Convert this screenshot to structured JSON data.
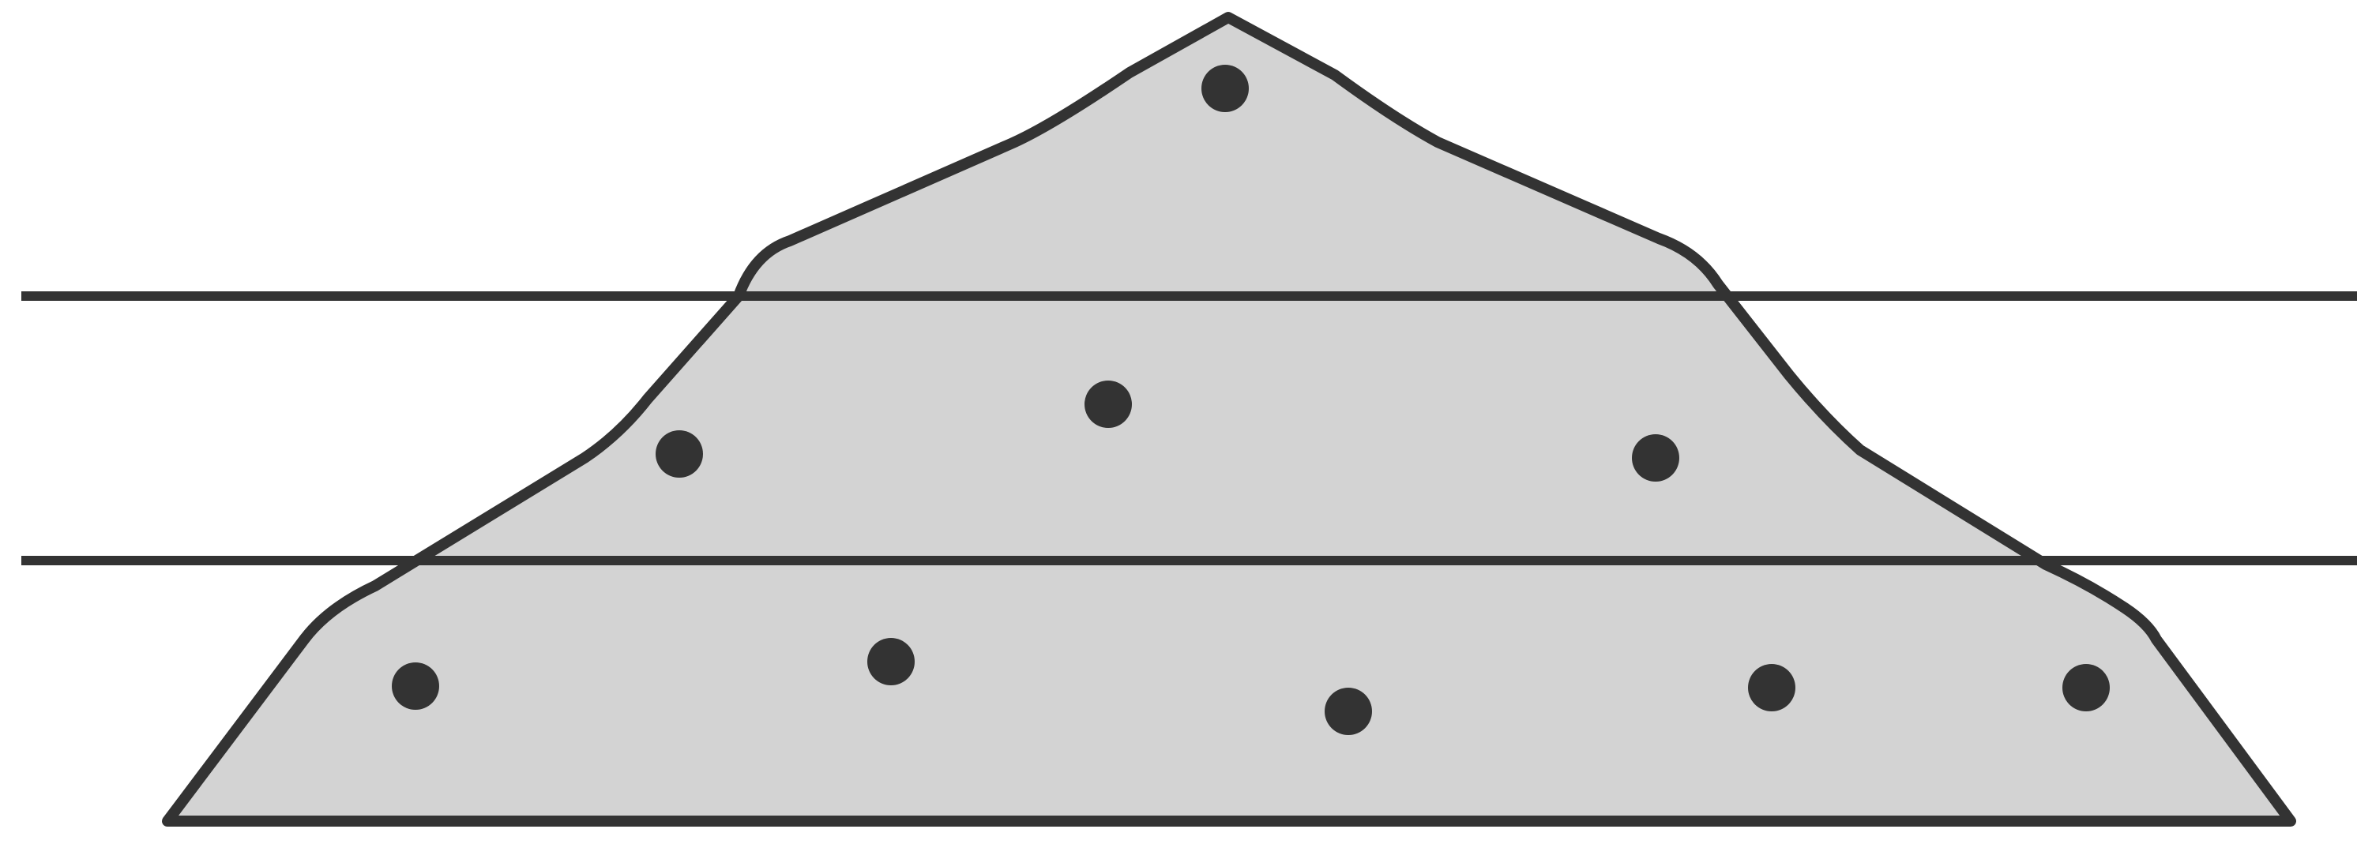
{
  "colors": {
    "background": "#ffffff",
    "shape_fill": "#d3d3d3",
    "stroke": "#333333",
    "dot": "#333333"
  },
  "diagram": {
    "shape": "mound",
    "horizontal_lines": 2,
    "regions": [
      {
        "name": "top",
        "dot_count": 1
      },
      {
        "name": "middle",
        "dot_count": 3
      },
      {
        "name": "bottom",
        "dot_count": 5
      }
    ],
    "total_dots": 9
  }
}
